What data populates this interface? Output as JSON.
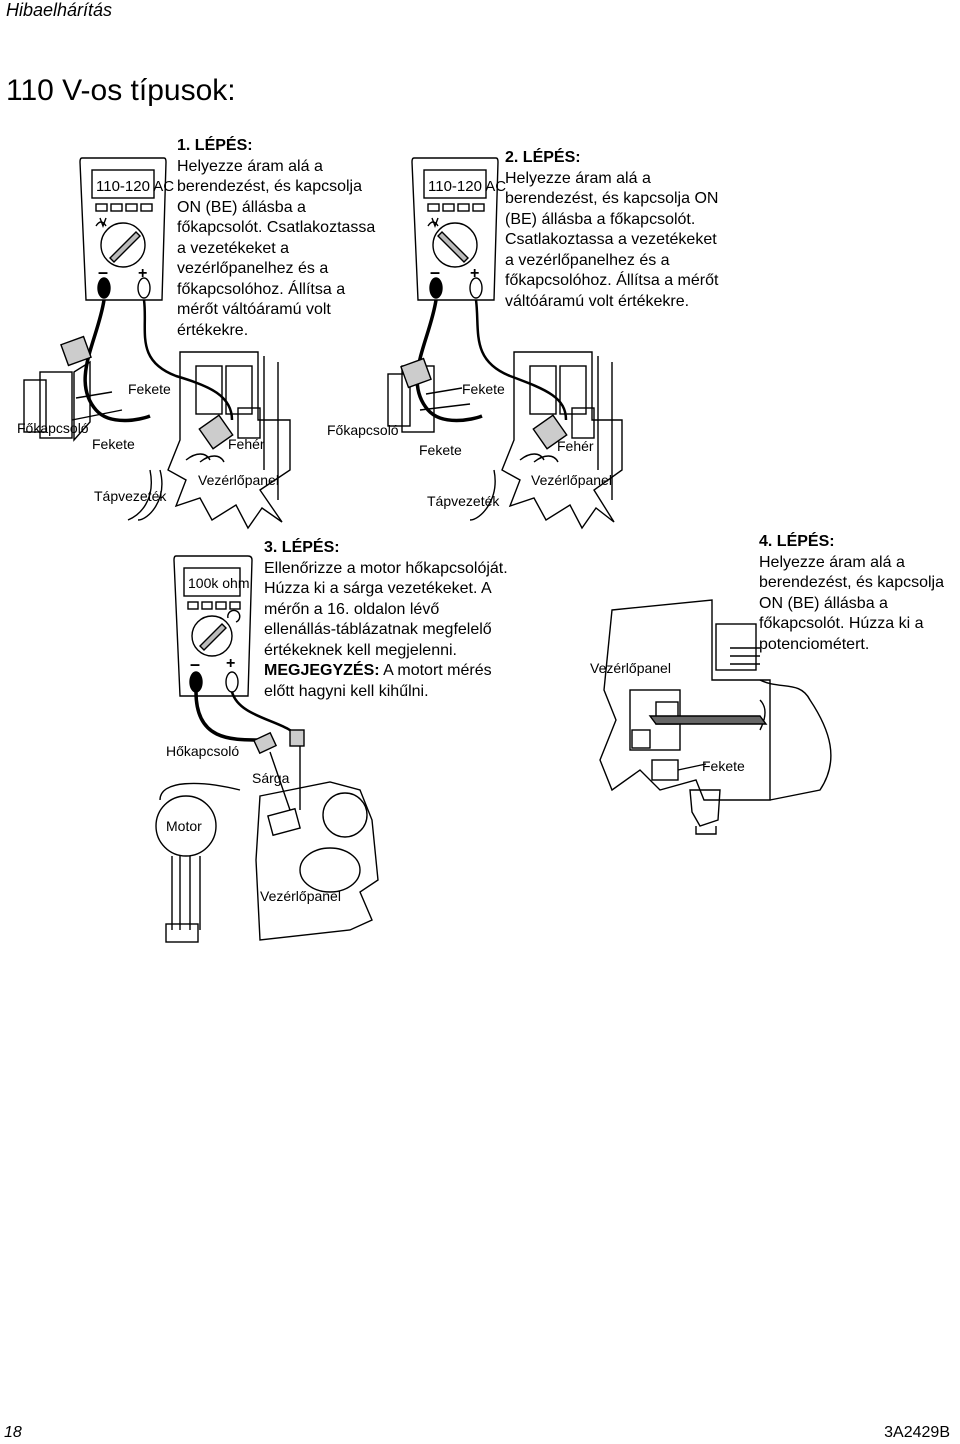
{
  "header": {
    "title": "Hibaelhárítás"
  },
  "section_title": "110 V-os típusok:",
  "meters": {
    "m1_display": "110-120 AC",
    "m2_display": "110-120 AC",
    "m3_display": "100k ohm",
    "minus": "–",
    "plus": "+"
  },
  "step1": {
    "heading": "1. LÉPÉS:",
    "lines": [
      "Helyezze áram alá a",
      "berendezést, és kapcsolja",
      "ON (BE) állásba a",
      "főkapcsolót. Csatlakoztassa",
      "a vezetékeket a",
      "vezérlőpanelhez és a",
      "főkapcsolóhoz. Állítsa a",
      "mérőt váltóáramú volt",
      "értékekre."
    ]
  },
  "step2": {
    "heading": "2. LÉPÉS:",
    "lines": [
      "Helyezze áram alá a",
      "berendezést, és kapcsolja ON",
      "(BE) állásba a főkapcsolót.",
      "Csatlakoztassa a vezetékeket",
      "a vezérlőpanelhez és a",
      "főkapcsolóhoz. Állítsa a mérőt",
      "váltóáramú volt értékekre."
    ]
  },
  "step3": {
    "heading": "3. LÉPÉS:",
    "lines": [
      "Ellenőrizze a motor hőkapcsolóját.",
      "Húzza ki a sárga vezetékeket. A",
      "mérőn a 16. oldalon lévő",
      "ellenállás-táblázatnak megfelelő",
      "értékeknek kell megjelenni."
    ],
    "note_label": "MEGJEGYZÉS:",
    "note_lines": [
      " A motort mérés",
      "előtt hagyni kell kihűlni."
    ]
  },
  "step4": {
    "heading": "4. LÉPÉS:",
    "lines": [
      "Helyezze áram alá a",
      "berendezést, és kapcsolja",
      "ON (BE) állásba a",
      "főkapcsolót. Húzza ki a",
      "potenciométert."
    ]
  },
  "labels": {
    "d1_fekete_top": "Fekete",
    "d1_fokapcsolo": "Főkapcsoló",
    "d1_fekete_bottom": "Fekete",
    "d1_feher": "Fehér",
    "d1_vezerlopanel": "Vezérlőpanel",
    "d1_tapvezetek": "Tápvezeték",
    "d2_fekete_top": "Fekete",
    "d2_fokapcsolo": "Főkapcsoló",
    "d2_fekete_bottom": "Fekete",
    "d2_feher": "Fehér",
    "d2_vezerlopanel": "Vezérlőpanel",
    "d2_tapvezetek": "Tápvezeték",
    "d3_hokapcsolo": "Hőkapcsoló",
    "d3_sarga": "Sárga",
    "d3_motor": "Motor",
    "d3_vezerlopanel": "Vezérlőpanel",
    "d4_vezerlopanel": "Vezérlőpanel",
    "d4_fekete": "Fekete"
  },
  "footer": {
    "page_number": "18",
    "doc_code": "3A2429B"
  }
}
